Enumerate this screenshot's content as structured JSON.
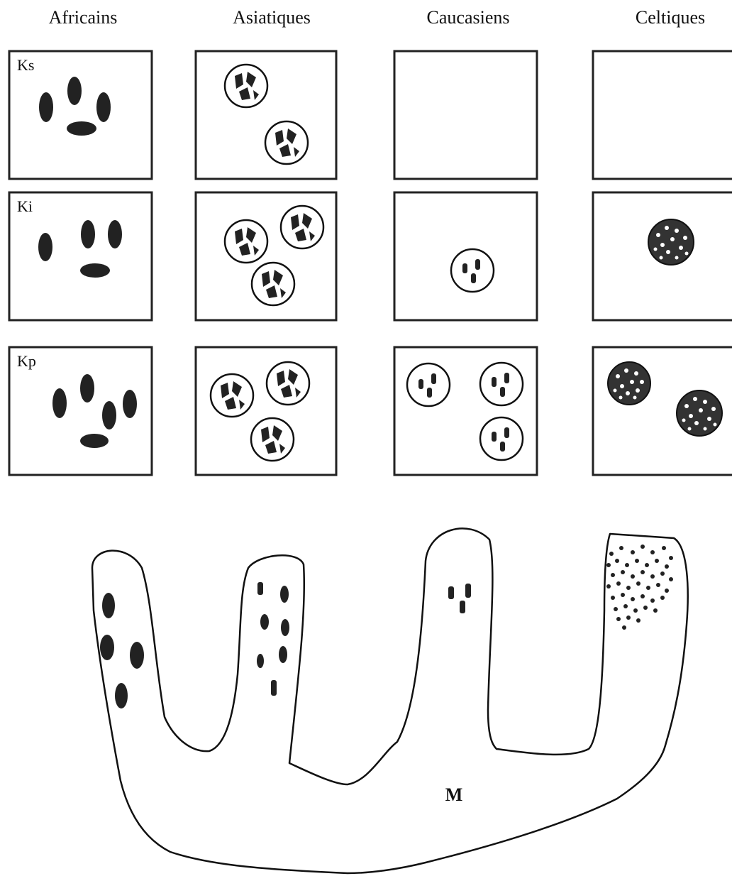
{
  "columns": [
    {
      "label": "Africains"
    },
    {
      "label": "Asiatiques"
    },
    {
      "label": "Caucasiens"
    },
    {
      "label": "Celtiques"
    }
  ],
  "rows": [
    {
      "label": "Ks"
    },
    {
      "label": "Ki"
    },
    {
      "label": "Kp"
    }
  ],
  "bottom_label": "M",
  "palette": {
    "ink": "#222222",
    "background": "#ffffff"
  }
}
